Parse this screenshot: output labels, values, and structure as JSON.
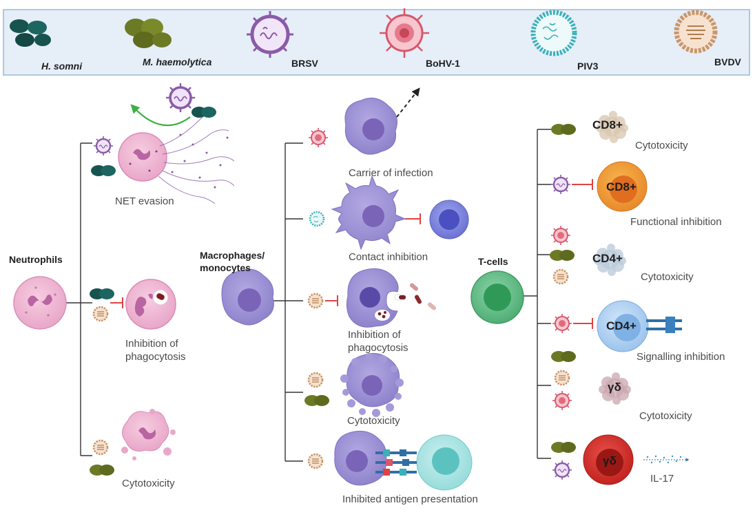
{
  "pathogens": [
    {
      "name": "H. somni",
      "italic": true
    },
    {
      "name": "M. haemolytica",
      "italic": true
    },
    {
      "name": "BRSV",
      "italic": false
    },
    {
      "name": "BoHV-1",
      "italic": false
    },
    {
      "name": "PIV3",
      "italic": false
    },
    {
      "name": "BVDV",
      "italic": false
    }
  ],
  "cells": {
    "neutrophils": "Neutrophils",
    "macrophages": "Macrophages/\nmonocytes",
    "tcells": "T-cells"
  },
  "neutrophil_effects": {
    "net_evasion": "NET evasion",
    "inhibition_phagocytosis": "Inhibition of\nphagocytosis",
    "cytotoxicity": "Cytotoxicity"
  },
  "macrophage_effects": {
    "carrier": "Carrier of infection",
    "contact_inhibition": "Contact inhibition",
    "inhibition_phagocytosis": "Inhibition of\nphagocytosis",
    "cytotoxicity": "Cytotoxicity",
    "antigen_presentation": "Inhibited antigen presentation"
  },
  "tcell_effects": {
    "cd8_cytotoxicity": "Cytotoxicity",
    "cd8_functional": "Functional inhibition",
    "cd4_cytotoxicity": "Cytotoxicity",
    "cd4_signalling": "Signalling inhibition",
    "gd_cytotoxicity": "Cytotoxicity",
    "il17": "IL-17"
  },
  "tcell_markers": {
    "cd8_a": "CD8+",
    "cd8_b": "CD8+",
    "cd4_a": "CD4+",
    "cd4_b": "CD4+",
    "gd_a": "γδ",
    "gd_b": "γδ"
  },
  "colors": {
    "header_bg": "#e6eef8",
    "h_somni": "#17534f",
    "m_haemolytica": "#6d7a25",
    "brsv": "#8a5aa8",
    "bohv1": "#d9566a",
    "piv3": "#3ab0b8",
    "bvdv": "#c9966a",
    "neutrophil": "#f0b7d3",
    "macrophage": "#a59ad9",
    "tcell": "#6cc58e",
    "inhibit": "#e34141",
    "arrow_green": "#3cb043"
  }
}
